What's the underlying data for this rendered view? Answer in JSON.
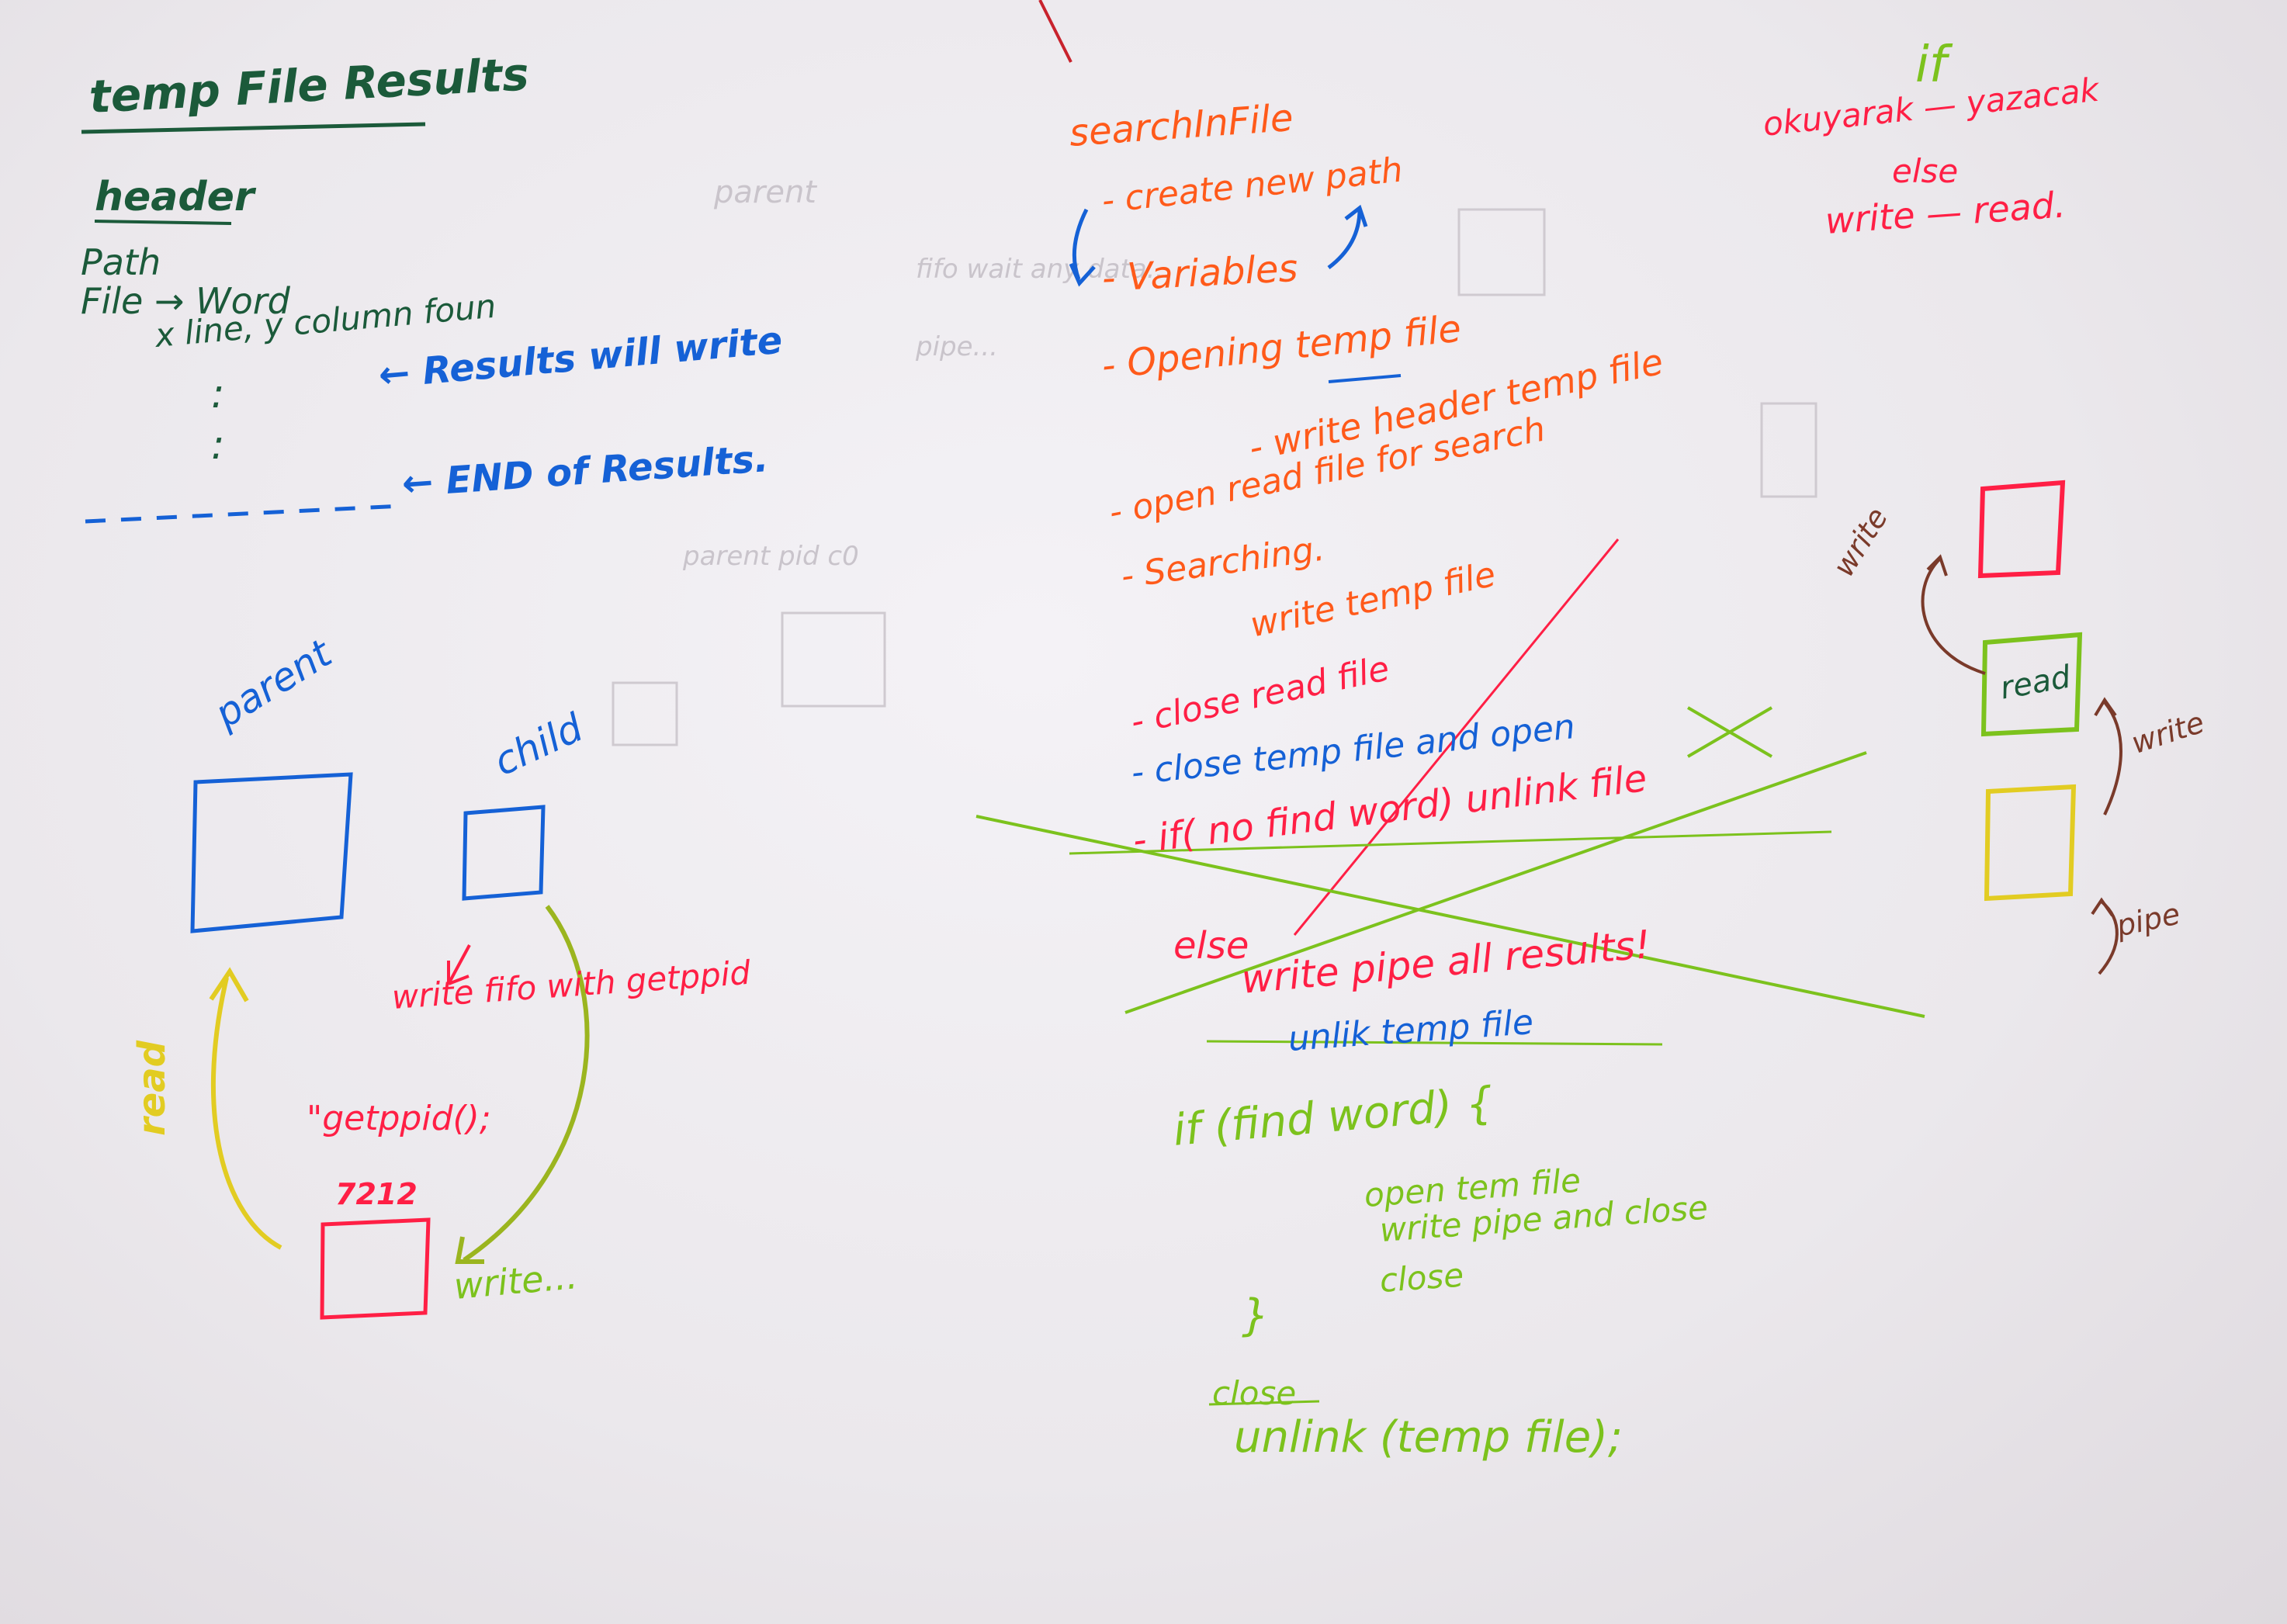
{
  "colors": {
    "dark_green": "#1b5a3a",
    "blue": "#1561d6",
    "orange": "#ff5a1a",
    "red": "#ff1f45",
    "lime": "#7cc21d",
    "yellow": "#e2cc22",
    "brown": "#7a3a2a",
    "paper": "#efedf1"
  },
  "notes_left": {
    "title": "temp File Results",
    "header": "header",
    "path": "Path",
    "file_word": "File → Word",
    "line_col": "x line, y column foun",
    "dot": ":",
    "results_will_write": "← Results will write",
    "end_of_results": "← END of Results.",
    "dashes": "- - - - - - -"
  },
  "process_diagram": {
    "parent": "parent",
    "child": "child",
    "write_fifo": "write fifo with getppid",
    "getppid_call": "\"getppid();",
    "pid_value": "7212",
    "read": "read",
    "write_dots": "write..."
  },
  "search_in_file": {
    "title": "searchInFile",
    "steps": [
      "- create new path",
      "- Variables",
      "- Opening temp file",
      "- write header temp file",
      "- open read file for search",
      "- Searching.",
      "write temp file",
      "- close read file",
      "- close temp file and open",
      "- if( no find word) unlink file",
      "else",
      "write pipe all results!",
      "unlik temp file"
    ],
    "if_block": {
      "condition": "if (find word) {",
      "lines": [
        "open tem file",
        "write pipe and close",
        "close"
      ],
      "close_brace": "}"
    },
    "final_struck": "close",
    "final": "unlink (temp file);"
  },
  "top_right": {
    "if": "if",
    "okuyarak": "okuyarak — yazacak",
    "else": "else",
    "write_read": "write — read."
  },
  "pipe_diagram": {
    "write_top": "write",
    "read_box": "read",
    "write_right": "write",
    "pipe": "pipe"
  },
  "background_ghost": {
    "parent_heading": "parent",
    "parent_small": "parent pid c0",
    "line_1": "fifo wait any data...",
    "line_2": "pipe..."
  }
}
